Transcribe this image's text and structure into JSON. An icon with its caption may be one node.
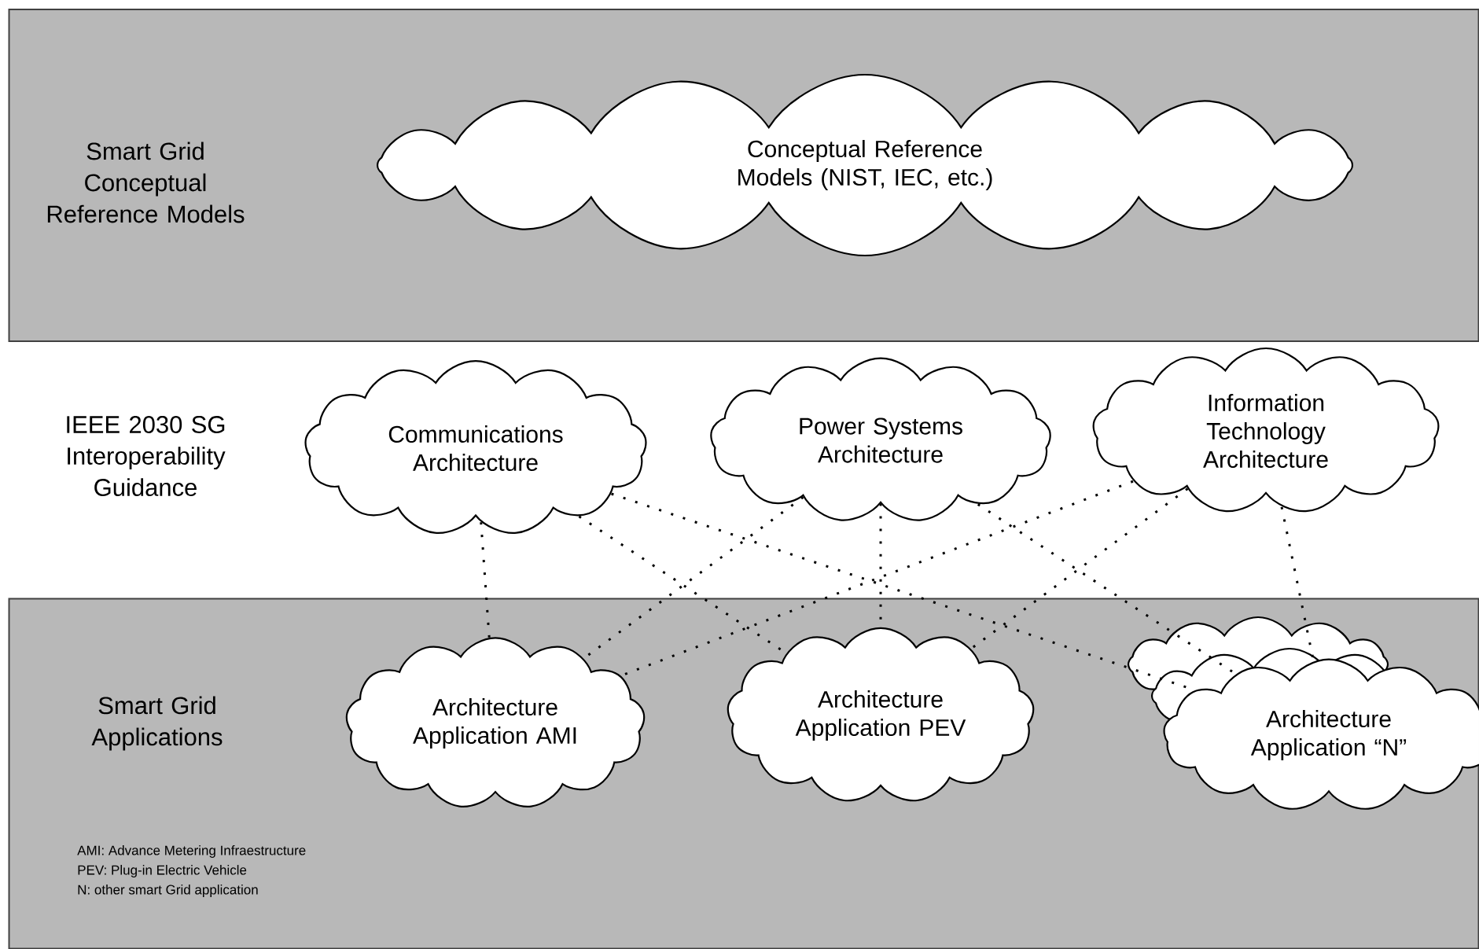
{
  "diagram": {
    "nodes": [
      {
        "text": [
          "Smart Grid Conceptual Reference Models"
        ]
      },
      {
        "text": [
          "Conceptual Reference Models (NIST, IEC, etc.)"
        ],
        "in": 0
      },
      {
        "text": [
          "Communications Architecture"
        ]
      },
      {
        "text": [
          "Power Systems Architecture"
        ]
      },
      {
        "text": [
          "Information Technology Architecture"
        ]
      },
      {
        "text": [
          "Smart Grid Applications"
        ]
      },
      {
        "text": [
          "Architecture Application AMI"
        ],
        "in": 5
      },
      {
        "text": [
          "Architecture Application PEV"
        ],
        "in": 5
      },
      {
        "text": [
          "Architecture Application “N”"
        ],
        "in": 5
      }
    ],
    "edges": [
      {
        "from": 2,
        "to": 6,
        "arrow": "none"
      },
      {
        "from": 2,
        "to": 7,
        "arrow": "none"
      },
      {
        "from": 2,
        "to": 8,
        "arrow": "none"
      },
      {
        "from": 3,
        "to": 6,
        "arrow": "none"
      },
      {
        "from": 3,
        "to": 7,
        "arrow": "none"
      },
      {
        "from": 3,
        "to": 8,
        "arrow": "none"
      },
      {
        "from": 4,
        "to": 6,
        "arrow": "none"
      },
      {
        "from": 4,
        "to": 7,
        "arrow": "none"
      },
      {
        "from": 4,
        "to": 8,
        "arrow": "none"
      }
    ],
    "labels": [
      "IEEE 2030 SG Interoperability Guidance",
      "AMI: Advance Metering Infraestructure",
      "PEV: Plug-in Electric Vehicle",
      "N: other smart Grid application"
    ]
  }
}
